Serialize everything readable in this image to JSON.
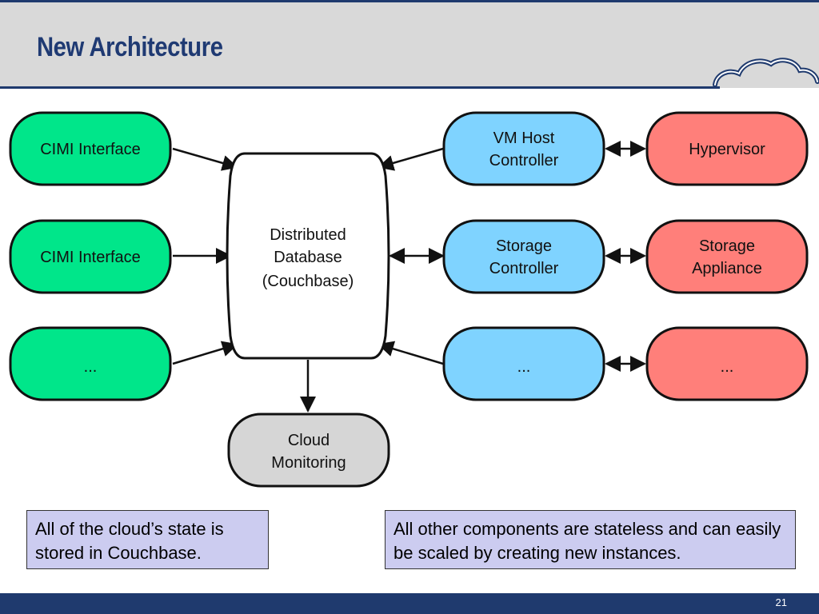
{
  "slide": {
    "title": "New Architecture",
    "page_number": "21"
  },
  "colors": {
    "green": "#00e68a",
    "blue": "#7fd3ff",
    "red": "#ff7f7a",
    "gray": "#d6d6d6",
    "white": "#ffffff",
    "title": "#1f3a73",
    "note_bg": "#ccccf0"
  },
  "diagram": {
    "nodes": {
      "cimi_1": "CIMI Interface",
      "cimi_2": "CIMI Interface",
      "client_more": "...",
      "db_line1": "Distributed",
      "db_line2": "Database",
      "db_line3": "(Couchbase)",
      "vmhost_line1": "VM Host",
      "vmhost_line2": "Controller",
      "storage_ctrl_line1": "Storage",
      "storage_ctrl_line2": "Controller",
      "ctrl_more": "...",
      "hypervisor": "Hypervisor",
      "storage_app_line1": "Storage",
      "storage_app_line2": "Appliance",
      "backend_more": "...",
      "monitor_line1": "Cloud",
      "monitor_line2": "Monitoring"
    }
  },
  "notes": {
    "left": "All of the cloud’s state is stored in Couchbase.",
    "right": "All other components are stateless and can easily be scaled by creating new instances."
  }
}
